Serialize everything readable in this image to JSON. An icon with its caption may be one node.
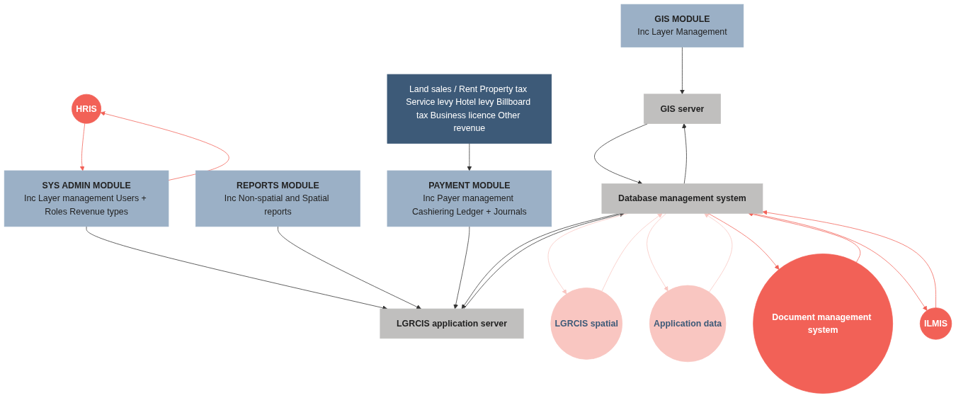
{
  "diagram": {
    "nodes": [
      {
        "text": [
          "GIS MODULE",
          "Inc Layer Management"
        ]
      },
      {
        "text": [
          "HRIS"
        ]
      },
      {
        "text": [
          "SYS ADMIN MODULE",
          "Inc Layer management Users + Roles Revenue types"
        ]
      },
      {
        "text": [
          "REPORTS MODULE",
          "Inc Non-spatial and Spatial reports"
        ]
      },
      {
        "text": [
          "GIS server"
        ]
      },
      {
        "text": [
          "LGRCIS application server"
        ]
      },
      {
        "text": [
          "PAYMENT MODULE",
          "Inc Payer management Cashiering Ledger + Journals"
        ]
      },
      {
        "text": [
          "Database management system"
        ]
      },
      {
        "text": [
          "Land sales / Rent Property tax Service levy Hotel levy Billboard tax Business licence Other revenue"
        ]
      },
      {
        "text": [
          "LGRCIS spatial"
        ]
      },
      {
        "text": [
          "Application data"
        ]
      },
      {
        "text": [
          "Document management system"
        ]
      },
      {
        "text": [
          "ILMIS"
        ]
      }
    ],
    "edges": [
      {
        "from": 0,
        "to": 4,
        "arrow": "to"
      },
      {
        "from": 1,
        "to": 2,
        "arrow": "to",
        "color": "#f26157"
      },
      {
        "from": 2,
        "to": 1,
        "arrow": "to",
        "color": "#f26157"
      },
      {
        "from": 2,
        "to": 5,
        "arrow": "to"
      },
      {
        "from": 3,
        "to": 5,
        "arrow": "to"
      },
      {
        "from": 6,
        "to": 5,
        "arrow": "to"
      },
      {
        "from": 8,
        "to": 6,
        "arrow": "to"
      },
      {
        "from": 4,
        "to": 7,
        "arrow": "to"
      },
      {
        "from": 7,
        "to": 4,
        "arrow": "to"
      },
      {
        "from": 5,
        "to": 7,
        "arrow": "to"
      },
      {
        "from": 7,
        "to": 5,
        "arrow": "to"
      },
      {
        "from": 7,
        "to": 9,
        "arrow": "to",
        "color": "#f9c6c1"
      },
      {
        "from": 9,
        "to": 7,
        "arrow": "to",
        "color": "#f9c6c1"
      },
      {
        "from": 7,
        "to": 10,
        "arrow": "to",
        "color": "#f9c6c1"
      },
      {
        "from": 10,
        "to": 7,
        "arrow": "to",
        "color": "#f9c6c1"
      },
      {
        "from": 7,
        "to": 11,
        "arrow": "to",
        "color": "#f26157"
      },
      {
        "from": 11,
        "to": 7,
        "arrow": "to",
        "color": "#f26157"
      },
      {
        "from": 7,
        "to": 12,
        "arrow": "to",
        "color": "#f26157"
      },
      {
        "from": 12,
        "to": 7,
        "arrow": "to",
        "color": "#f26157"
      }
    ]
  }
}
